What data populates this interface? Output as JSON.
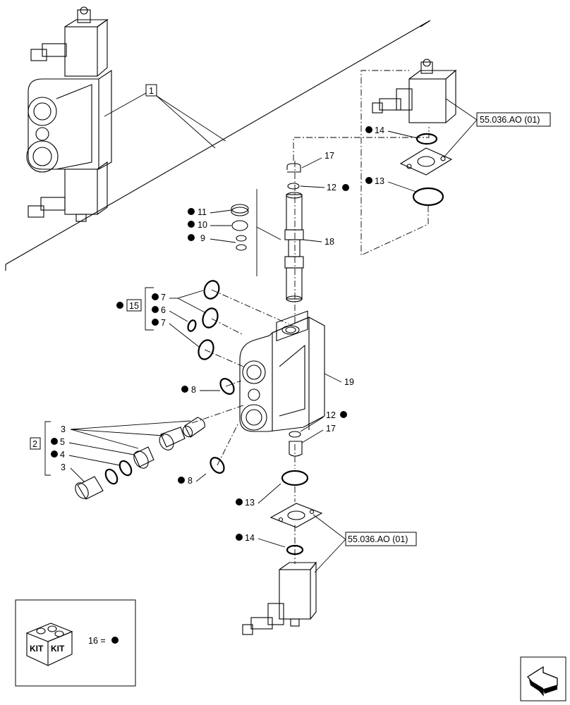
{
  "refs": {
    "ref_1": "1",
    "ref_2": "2",
    "ref_15": "15",
    "ref_3a": "3",
    "ref_3b": "3",
    "ref_4": "4",
    "ref_5": "5",
    "ref_6": "6",
    "ref_7a": "7",
    "ref_7b": "7",
    "ref_8a": "8",
    "ref_8b": "8",
    "ref_9": "9",
    "ref_10": "10",
    "ref_11": "11",
    "ref_12a": "12",
    "ref_12b": "12",
    "ref_13a": "13",
    "ref_13b": "13",
    "ref_14a": "14",
    "ref_14b": "14",
    "ref_17a": "17",
    "ref_17b": "17",
    "ref_18": "18",
    "ref_19": "19"
  },
  "cross_refs": {
    "top": "55.036.AO (01)",
    "bottom": "55.036.AO (01)"
  },
  "legend": {
    "kit_text_left": "KIT",
    "kit_text_right": "KIT",
    "kit_note": "16 ="
  },
  "icons": [
    "kit-box-icon",
    "next-page-arrow-icon",
    "bullet-dot-icon"
  ]
}
